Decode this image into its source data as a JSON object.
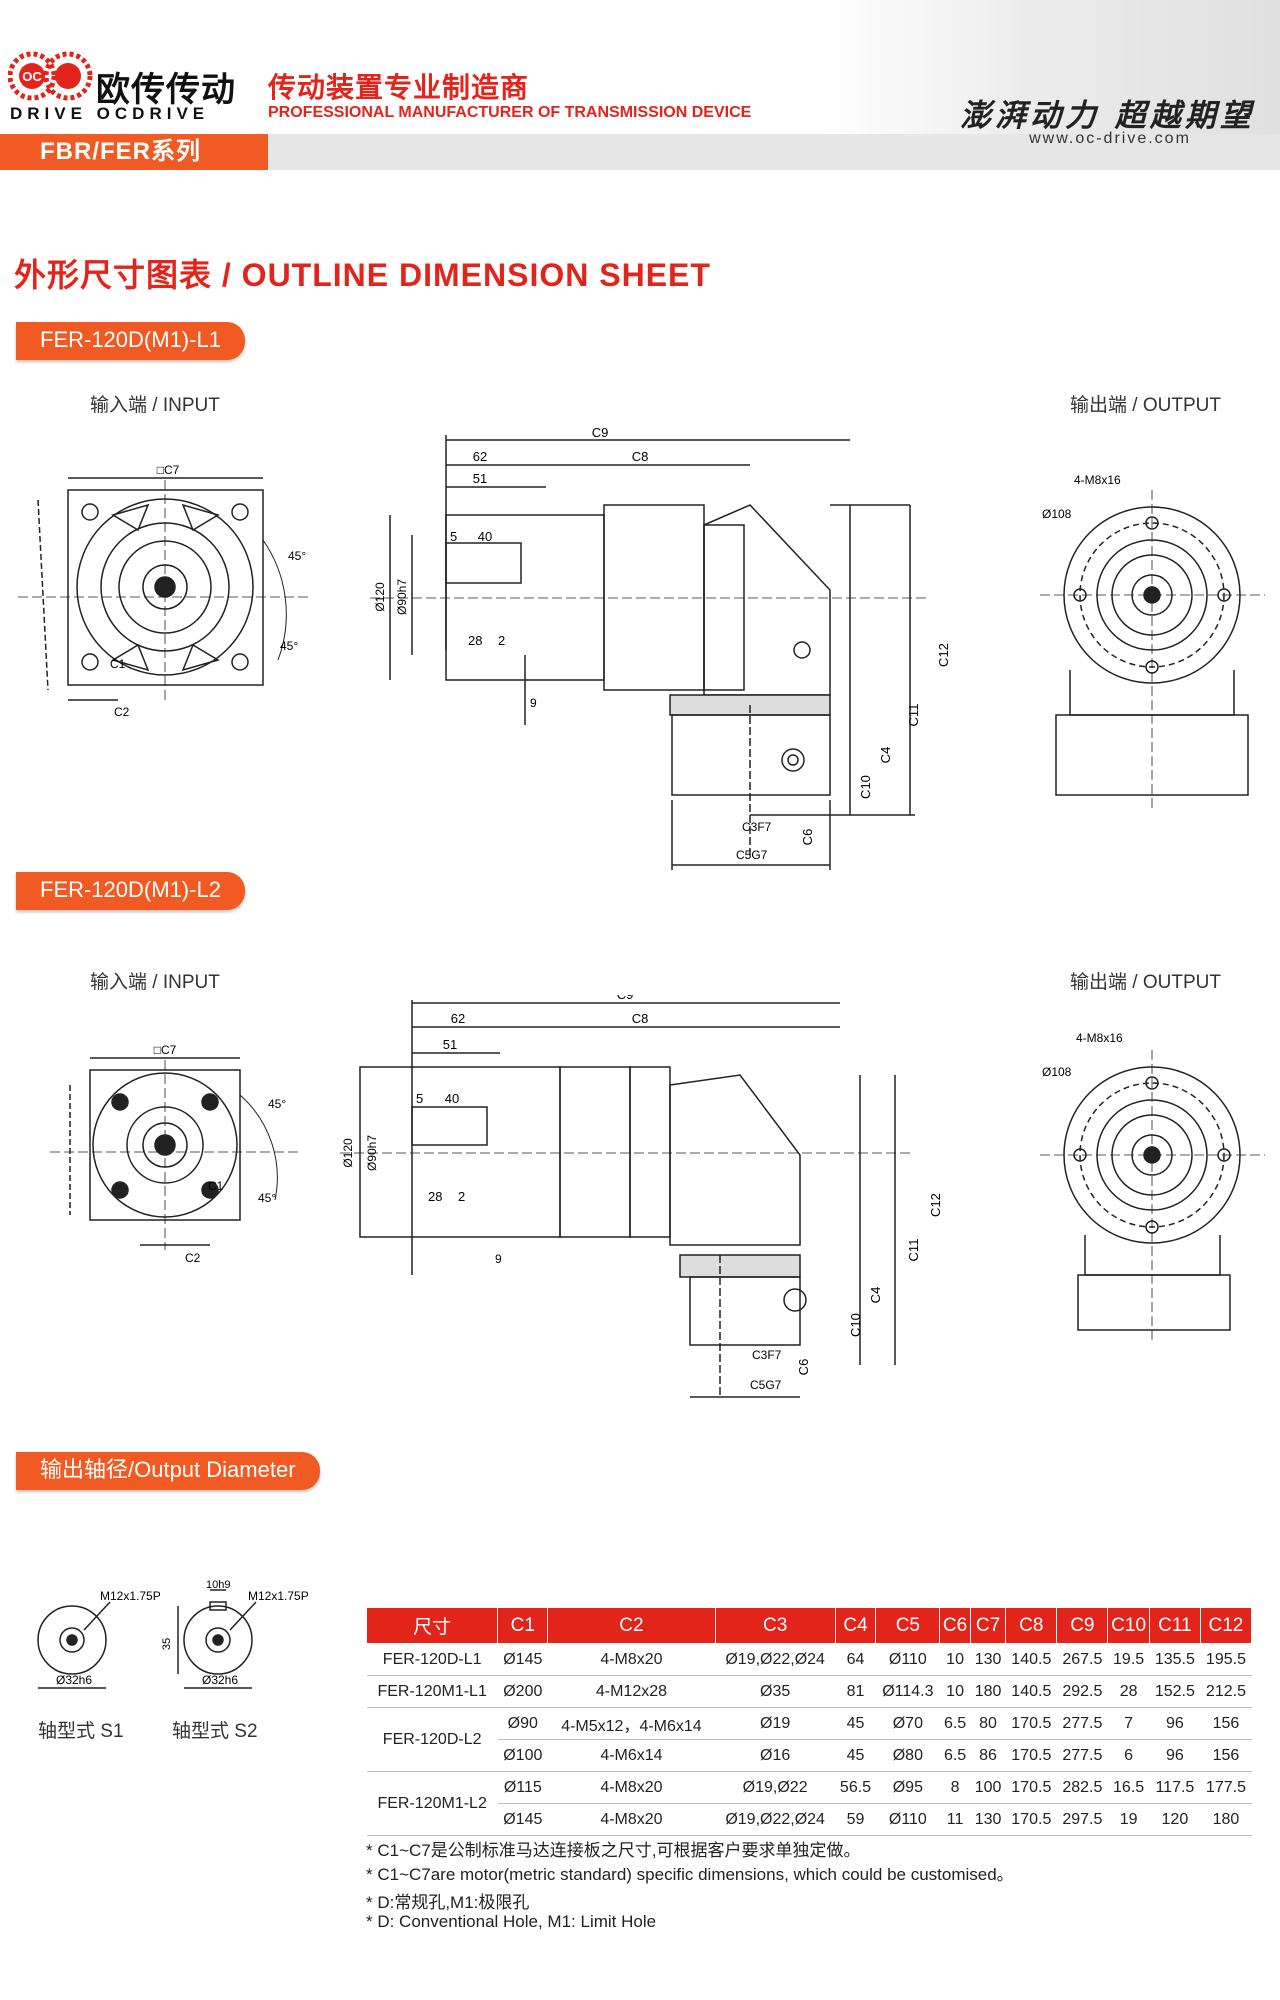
{
  "header": {
    "logo_mark": "OC",
    "logo_cn": "欧传传动",
    "logo_en": "DRIVE OCDRIVE",
    "tagline_cn": "传动装置专业制造商",
    "tagline_en": "PROFESSIONAL MANUFACTURER OF TRANSMISSION DEVICE",
    "slogan": "澎湃动力 超越期望",
    "website": "www.oc-drive.com",
    "series": "FBR/FER系列"
  },
  "title": "外形尺寸图表 / OUTLINE DIMENSION SHEET",
  "sections": [
    {
      "label": "FER-120D(M1)-L1",
      "input_label": "输入端 / INPUT",
      "output_label": "输出端 / OUTPUT"
    },
    {
      "label": "FER-120D(M1)-L2",
      "input_label": "输入端 / INPUT",
      "output_label": "输出端 / OUTPUT"
    }
  ],
  "dims": {
    "c7": "□C7",
    "c1": "C1",
    "c2": "C2",
    "deg": "45°",
    "c9": "C9",
    "c8": "C8",
    "d62": "62",
    "d51": "51",
    "d40": "40",
    "d5": "5",
    "d28": "28",
    "d2": "2",
    "d9": "9",
    "d120": "Ø120",
    "d90": "Ø90h7",
    "c12": "C12",
    "c11": "C11",
    "c4": "C4",
    "c10": "C10",
    "c6": "C6",
    "c3": "C3F7",
    "c5": "C5G7",
    "m8": "4-M8x16",
    "d108": "Ø108"
  },
  "output_diameter": {
    "label": "输出轴径/Output Diameter",
    "s1": {
      "name": "轴型式 S1",
      "thread": "M12x1.75P",
      "dia": "Ø32h6"
    },
    "s2": {
      "name": "轴型式 S2",
      "thread": "M12x1.75P",
      "dia": "Ø32h6",
      "key": "10h9",
      "height": "35"
    }
  },
  "table": {
    "headers": [
      "尺寸",
      "C1",
      "C2",
      "C3",
      "C4",
      "C5",
      "C6",
      "C7",
      "C8",
      "C9",
      "C10",
      "C11",
      "C12"
    ],
    "rows": [
      {
        "model": "FER-120D-L1",
        "span": 1,
        "cells": [
          "Ø145",
          "4-M8x20",
          "Ø19,Ø22,Ø24",
          "64",
          "Ø110",
          "10",
          "130",
          "140.5",
          "267.5",
          "19.5",
          "135.5",
          "195.5"
        ]
      },
      {
        "model": "FER-120M1-L1",
        "span": 1,
        "cells": [
          "Ø200",
          "4-M12x28",
          "Ø35",
          "81",
          "Ø114.3",
          "10",
          "180",
          "140.5",
          "292.5",
          "28",
          "152.5",
          "212.5"
        ]
      },
      {
        "model": "FER-120D-L2",
        "span": 2,
        "cells": [
          "Ø90",
          "4-M5x12，4-M6x14",
          "Ø19",
          "45",
          "Ø70",
          "6.5",
          "80",
          "170.5",
          "277.5",
          "7",
          "96",
          "156"
        ]
      },
      {
        "model": "",
        "span": 0,
        "cells": [
          "Ø100",
          "4-M6x14",
          "Ø16",
          "45",
          "Ø80",
          "6.5",
          "86",
          "170.5",
          "277.5",
          "6",
          "96",
          "156"
        ]
      },
      {
        "model": "FER-120M1-L2",
        "span": 2,
        "cells": [
          "Ø115",
          "4-M8x20",
          "Ø19,Ø22",
          "56.5",
          "Ø95",
          "8",
          "100",
          "170.5",
          "282.5",
          "16.5",
          "117.5",
          "177.5"
        ]
      },
      {
        "model": "",
        "span": 0,
        "cells": [
          "Ø145",
          "4-M8x20",
          "Ø19,Ø22,Ø24",
          "59",
          "Ø110",
          "11",
          "130",
          "170.5",
          "297.5",
          "19",
          "120",
          "180"
        ]
      }
    ]
  },
  "notes": [
    "* C1~C7是公制标准马达连接板之尺寸,可根据客户要求单独定做。",
    "* C1~C7are motor(metric standard)  specific dimensions, which could be customised。",
    "* D:常规孔,M1:极限孔",
    "* D: Conventional Hole, M1: Limit Hole"
  ]
}
